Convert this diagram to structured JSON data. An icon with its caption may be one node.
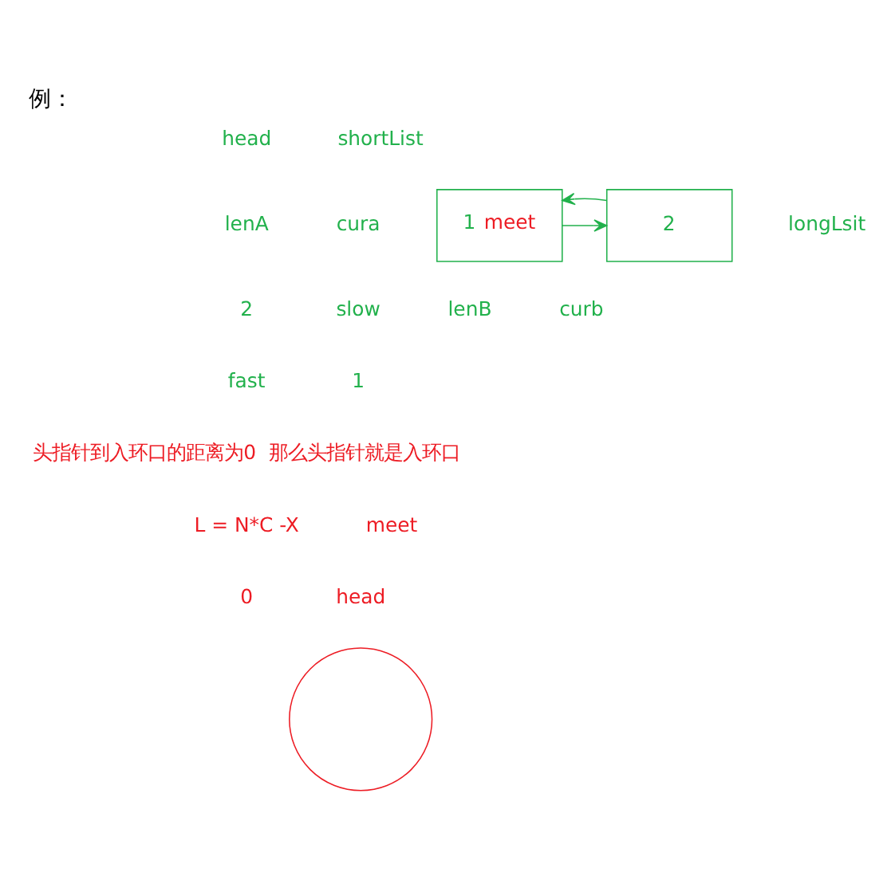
{
  "diagram": {
    "title": "例：",
    "nodes": [
      {
        "text": [
          "1",
          "meet"
        ]
      },
      {
        "text": [
          "2"
        ]
      },
      {
        "text": [],
        "shape": "circle"
      }
    ],
    "edges": [
      {
        "from": 0,
        "to": 1,
        "arrow": "to"
      },
      {
        "from": 1,
        "to": 0,
        "arrow": "to"
      }
    ],
    "labels": [
      "head",
      "shortList",
      "lenA",
      "cura",
      "longLsit",
      "2",
      "slow",
      "lenB",
      "curb",
      "fast",
      "1",
      "头指针到入环口的距离为0  那么头指针就是入环口",
      "L = N*C -X",
      "meet",
      "0",
      "head"
    ]
  }
}
